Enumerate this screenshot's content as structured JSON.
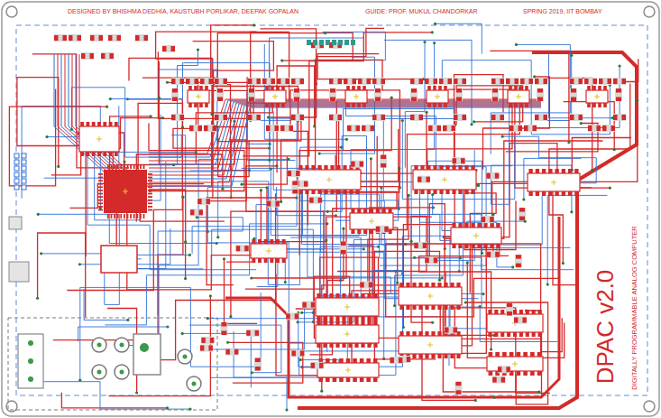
{
  "diagram": {
    "labels": [
      "DESIGNED BY BHISHMA DEDHIA, KAUSTUBH PORLIKAR, DEEPAK GOPALAN",
      "GUIDE: PROF. MUKUL CHANDORKAR",
      "SPRING 2019, IIT BOMBAY",
      "DPAC v2.0",
      "DIGITALLY PROGRAMMABLE ANALOG COMPUTER"
    ]
  }
}
